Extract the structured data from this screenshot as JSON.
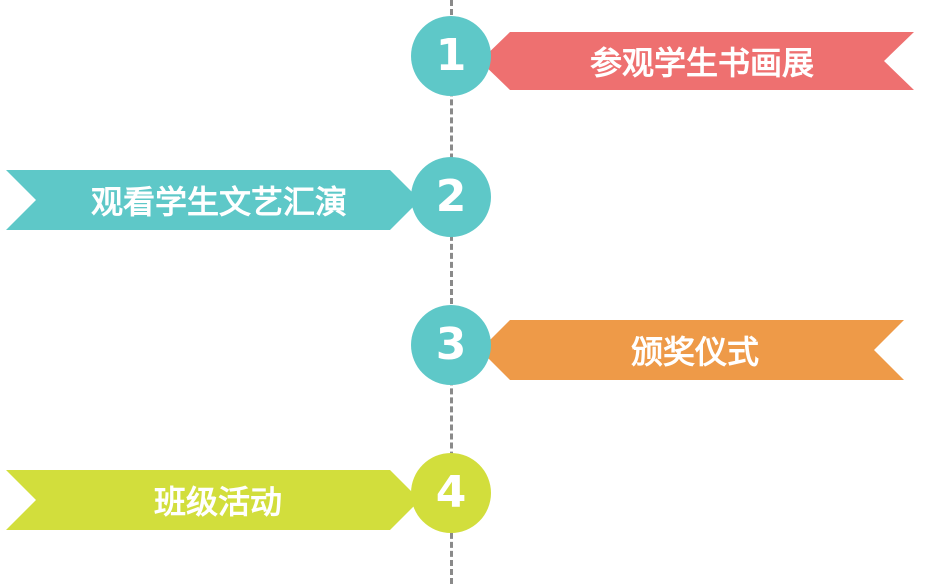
{
  "colors": {
    "teal": "#5ec8c8",
    "coral": "#ee7070",
    "orange": "#ee9a48",
    "lime": "#d2de3c",
    "line": "#8a8a8a"
  },
  "steps": [
    {
      "number": "1",
      "label": "参观学生书画展"
    },
    {
      "number": "2",
      "label": "观看学生文艺汇演"
    },
    {
      "number": "3",
      "label": "颁奖仪式"
    },
    {
      "number": "4",
      "label": "班级活动"
    }
  ]
}
